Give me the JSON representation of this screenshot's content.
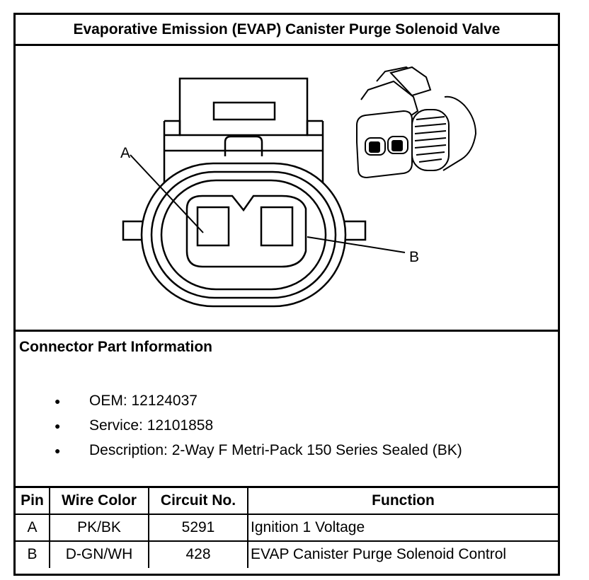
{
  "title": "Evaporative Emission (EVAP) Canister Purge Solenoid Valve",
  "figure": {
    "callout_a": "A",
    "callout_b": "B"
  },
  "connector_info": {
    "heading": "Connector Part Information",
    "items": [
      "OEM: 12124037",
      "Service: 12101858",
      "Description: 2-Way F Metri-Pack 150 Series Sealed (BK)"
    ]
  },
  "pin_table": {
    "headers": [
      "Pin",
      "Wire Color",
      "Circuit No.",
      "Function"
    ],
    "rows": [
      [
        "A",
        "PK/BK",
        "5291",
        "Ignition 1 Voltage"
      ],
      [
        "B",
        "D-GN/WH",
        "428",
        "EVAP Canister Purge Solenoid Control"
      ]
    ]
  }
}
